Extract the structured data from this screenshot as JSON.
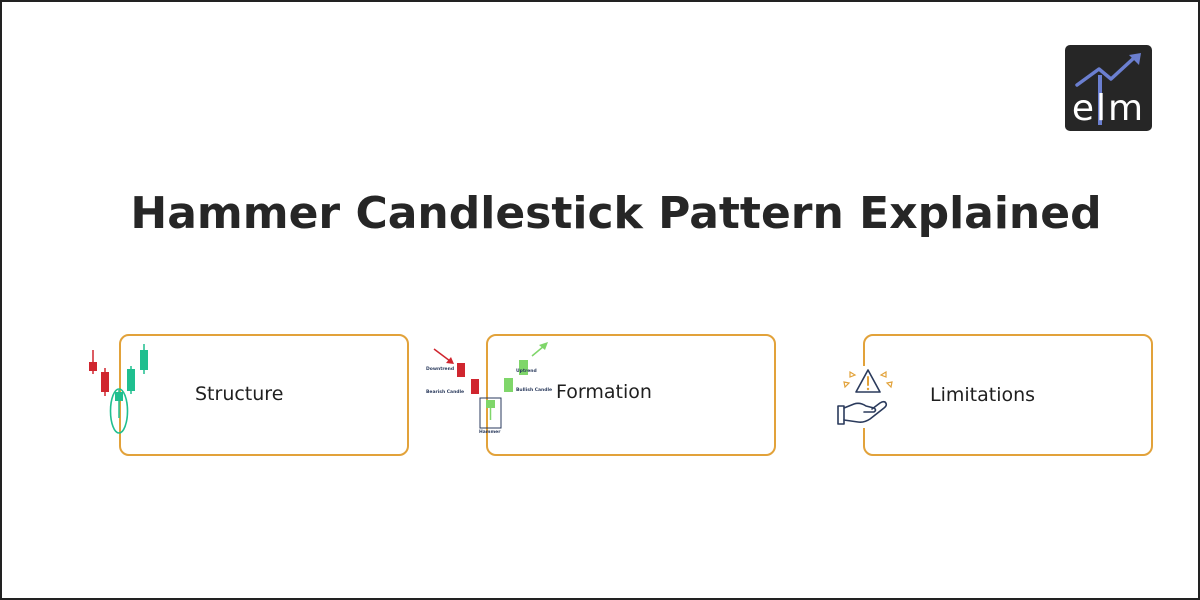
{
  "title": "Hammer Candlestick Pattern Explained",
  "logo": {
    "text": "elm",
    "icon": "trend-arrow-icon"
  },
  "cards": [
    {
      "label": "Structure",
      "icon": "candlestick-chart-icon"
    },
    {
      "label": "Formation",
      "icon": "hammer-formation-diagram-icon",
      "diagram_labels": {
        "downtrend": "Downtrend",
        "bearish": "Bearish Candle",
        "hammer": "Hammer",
        "uptrend": "Uptrend",
        "bullish": "Bullish Candle"
      }
    },
    {
      "label": "Limitations",
      "icon": "warning-hand-icon"
    }
  ],
  "colors": {
    "card_border": "#e2a23a",
    "bearish": "#d0262f",
    "bullish": "#1fbf8f",
    "title": "#262626",
    "logo_bg": "#262626"
  }
}
